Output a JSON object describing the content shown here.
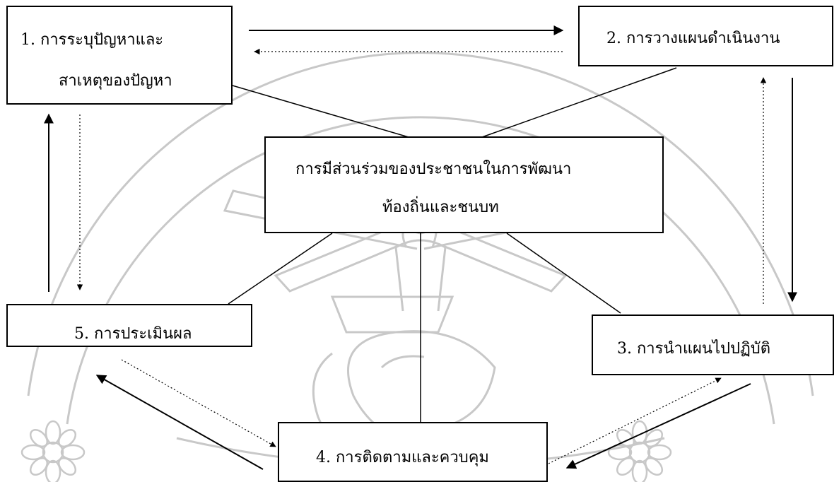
{
  "nodes": {
    "problem": {
      "line1": "1.   การระบุปัญหาและ",
      "line2": "สาเหตุของปัญหา"
    },
    "planning": {
      "label": "2. การวางแผนดำเนินงาน"
    },
    "center": {
      "line1": "การมีส่วนร่วมของประชาชนในการพัฒนา",
      "line2": "ท้องถิ่นและชนบท"
    },
    "implement": {
      "label": "3. การนำแผนไปปฏิบัติ"
    },
    "monitor": {
      "label": "4. การติดตามและควบคุม"
    },
    "evaluate": {
      "label": "5. การประเมินผล"
    }
  },
  "edges": [
    {
      "from": "problem",
      "to": "planning",
      "style": "solid",
      "arrow": true
    },
    {
      "from": "planning",
      "to": "problem",
      "style": "dotted",
      "arrow": true
    },
    {
      "from": "planning",
      "to": "implement",
      "style": "solid",
      "arrow": true
    },
    {
      "from": "implement",
      "to": "planning",
      "style": "dotted",
      "arrow": true
    },
    {
      "from": "implement",
      "to": "monitor",
      "style": "solid",
      "arrow": true
    },
    {
      "from": "monitor",
      "to": "implement",
      "style": "dotted",
      "arrow": true
    },
    {
      "from": "monitor",
      "to": "evaluate",
      "style": "solid",
      "arrow": true
    },
    {
      "from": "evaluate",
      "to": "monitor",
      "style": "dotted",
      "arrow": true
    },
    {
      "from": "evaluate",
      "to": "problem",
      "style": "solid",
      "arrow": true
    },
    {
      "from": "problem",
      "to": "evaluate",
      "style": "dotted",
      "arrow": true
    },
    {
      "from": "center",
      "to": "problem",
      "style": "solid",
      "arrow": false
    },
    {
      "from": "center",
      "to": "planning",
      "style": "solid",
      "arrow": false
    },
    {
      "from": "center",
      "to": "implement",
      "style": "solid",
      "arrow": false
    },
    {
      "from": "center",
      "to": "monitor",
      "style": "solid",
      "arrow": false
    },
    {
      "from": "center",
      "to": "evaluate",
      "style": "solid",
      "arrow": false
    }
  ],
  "colors": {
    "ink": "#000000",
    "watermark": "#c8c8c8"
  },
  "background_icons": [
    "university-seal-watermark",
    "flower-icon",
    "flower-icon"
  ]
}
